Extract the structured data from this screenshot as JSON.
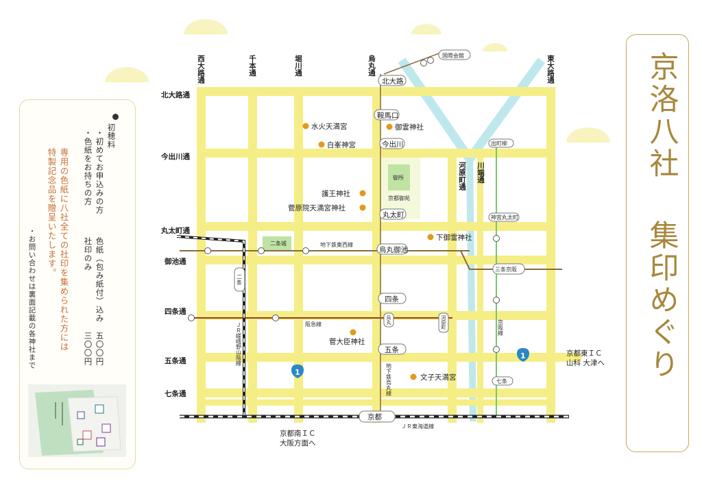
{
  "title": {
    "line1": "京洛八社",
    "line2": "集印めぐり"
  },
  "info": {
    "bullet_heading": "初穂料",
    "fee1_label": "・初めてお申込みの方",
    "fee1_detail": "色紙（包み紙付）込み",
    "fee1_price": "五〇〇円",
    "fee2_label": "・色紙をお持ちの方",
    "fee2_detail": "社印のみ",
    "fee2_price": "三〇〇円",
    "notice_1": "専用の色紙に八社全ての社印を集められた方には",
    "notice_2": "特製記念品を贈呈いたします。",
    "contact": "・お問い合わせは裏面記載の各神社まで"
  },
  "photo": {
    "caption": "色紙写真"
  },
  "streets_ns": [
    {
      "id": "nishioji",
      "label": "西大路通"
    },
    {
      "id": "senbon",
      "label": "千本通"
    },
    {
      "id": "horikawa",
      "label": "堀川通"
    },
    {
      "id": "karasuma",
      "label": "烏丸通"
    },
    {
      "id": "kawaramachi",
      "label": "河原町通"
    },
    {
      "id": "kawabata",
      "label": "川端通"
    },
    {
      "id": "higashioji",
      "label": "東大路通"
    }
  ],
  "streets_ew": [
    {
      "id": "kitaoji",
      "label": "北大路通"
    },
    {
      "id": "imadegawa",
      "label": "今出川通"
    },
    {
      "id": "marutamachi",
      "label": "丸太町通"
    },
    {
      "id": "oike",
      "label": "御池通"
    },
    {
      "id": "shijo",
      "label": "四条通"
    },
    {
      "id": "gojo",
      "label": "五条通"
    },
    {
      "id": "shichijo",
      "label": "七条通"
    }
  ],
  "stations": {
    "kokusai": "国際会館",
    "kitaoji": "北大路",
    "kuramaguchi": "鞍馬口",
    "imadegawa": "今出川",
    "marutamachi": "丸太町",
    "karasuma_oike": "烏丸御池",
    "shijo": "四条",
    "gojo": "五条",
    "kyoto": "京都",
    "nijo": "二条",
    "demachiyanagi": "出町柳",
    "jingu_marutamachi": "神宮丸太町",
    "sanjo_keihan": "三条京阪",
    "shichijo": "七条",
    "karasuma_hankyu": "烏丸",
    "kawaramachi_hankyu": "河原町"
  },
  "places": {
    "gosho": "御所",
    "gyoen": "京都御苑",
    "nijojo": "二条城"
  },
  "lines": {
    "tozai": "地下鉄東西線",
    "hankyu": "阪急線",
    "keihan": "京阪線",
    "jr_sagano": "ＪＲ嵯峨野山陰線",
    "jr_tokaido": "ＪＲ東海道線",
    "karasuma_subway": "地下鉄烏丸線"
  },
  "shrines": [
    {
      "id": "mizuhi",
      "label": "水火天満宮"
    },
    {
      "id": "goryo",
      "label": "御霊神社"
    },
    {
      "id": "shiramine",
      "label": "白峯神宮"
    },
    {
      "id": "goou",
      "label": "護王神社"
    },
    {
      "id": "sugawarain",
      "label": "菅原院天満宮神社"
    },
    {
      "id": "shimogoryo",
      "label": "下御霊神社"
    },
    {
      "id": "kandaijin",
      "label": "菅大臣神社"
    },
    {
      "id": "fumiko",
      "label": "文子天満宮"
    }
  ],
  "highway": {
    "route_number": "1",
    "east_ic": "京都東ＩＣ",
    "east_dir": "山科 大津へ",
    "south_ic": "京都南ＩＣ",
    "south_dir": "大阪方面へ"
  },
  "colors": {
    "road": "#f5ee86",
    "river": "#bfe8ec",
    "shrine": "#e29a1c",
    "title": "#a8873d",
    "hankyu": "#9a3a2a",
    "tozai": "#8a6a3a",
    "keihan": "#7bc46a",
    "highway_badge": "#2a87c8"
  }
}
